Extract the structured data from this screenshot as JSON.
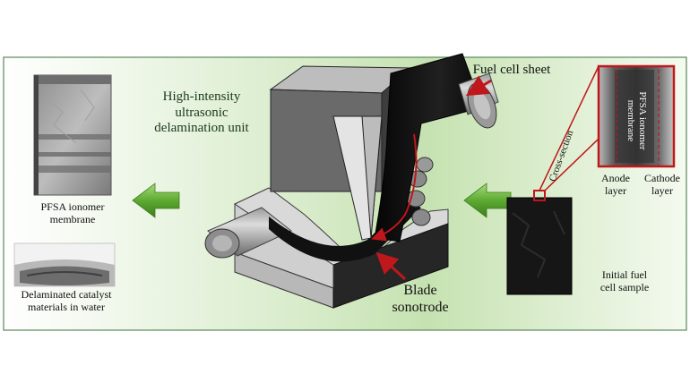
{
  "labels": {
    "fuel_cell_sheet": "Fuel cell sheet",
    "unit": [
      "High-intensity",
      "ultrasonic",
      "delamination unit"
    ],
    "blade": [
      "Blade",
      "sonotrode"
    ],
    "membrane": [
      "PFSA ionomer",
      "membrane"
    ],
    "catalyst": [
      "Delaminated catalyst",
      "materials in water"
    ],
    "initial": [
      "Initial fuel",
      "cell sample"
    ],
    "cross_section": "Cross-section",
    "inset_text": [
      "PFSA ionomer",
      "membrane"
    ],
    "anode": [
      "Anode",
      "layer"
    ],
    "cathode": [
      "Cathode",
      "layer"
    ]
  },
  "colors": {
    "accent_red": "#c0171c",
    "arrow_green": "#5daa32",
    "panel_green": "#c8e3b4",
    "panel_border": "#5a8a5a"
  }
}
